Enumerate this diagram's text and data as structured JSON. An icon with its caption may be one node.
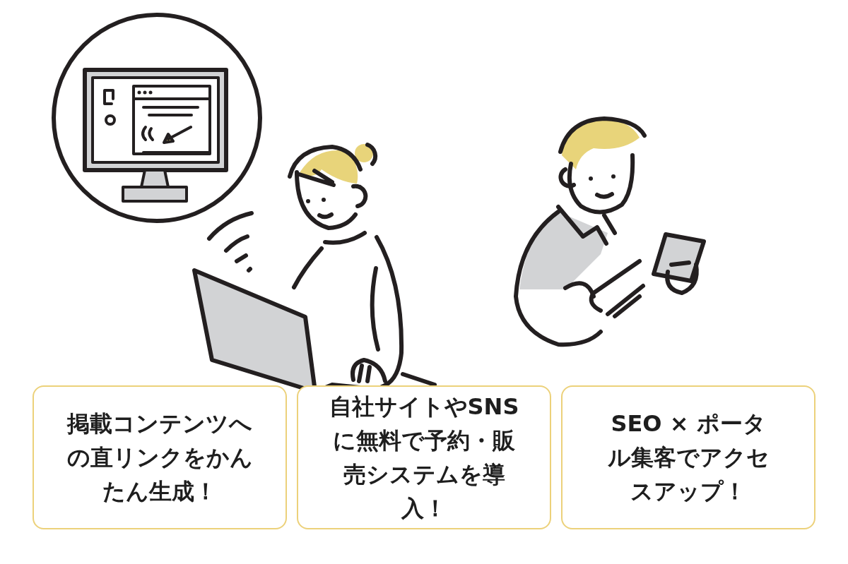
{
  "diagram": {
    "nodes": [
      {
        "text": [
          "掲載コンテンツへの直リンクをかんたん生成！"
        ]
      },
      {
        "text": [
          "自社サイトやSNSに無料で予約・販売システムを導入！"
        ]
      },
      {
        "text": [
          "SEO × ポータル集客でアクセスアップ！"
        ]
      }
    ]
  }
}
